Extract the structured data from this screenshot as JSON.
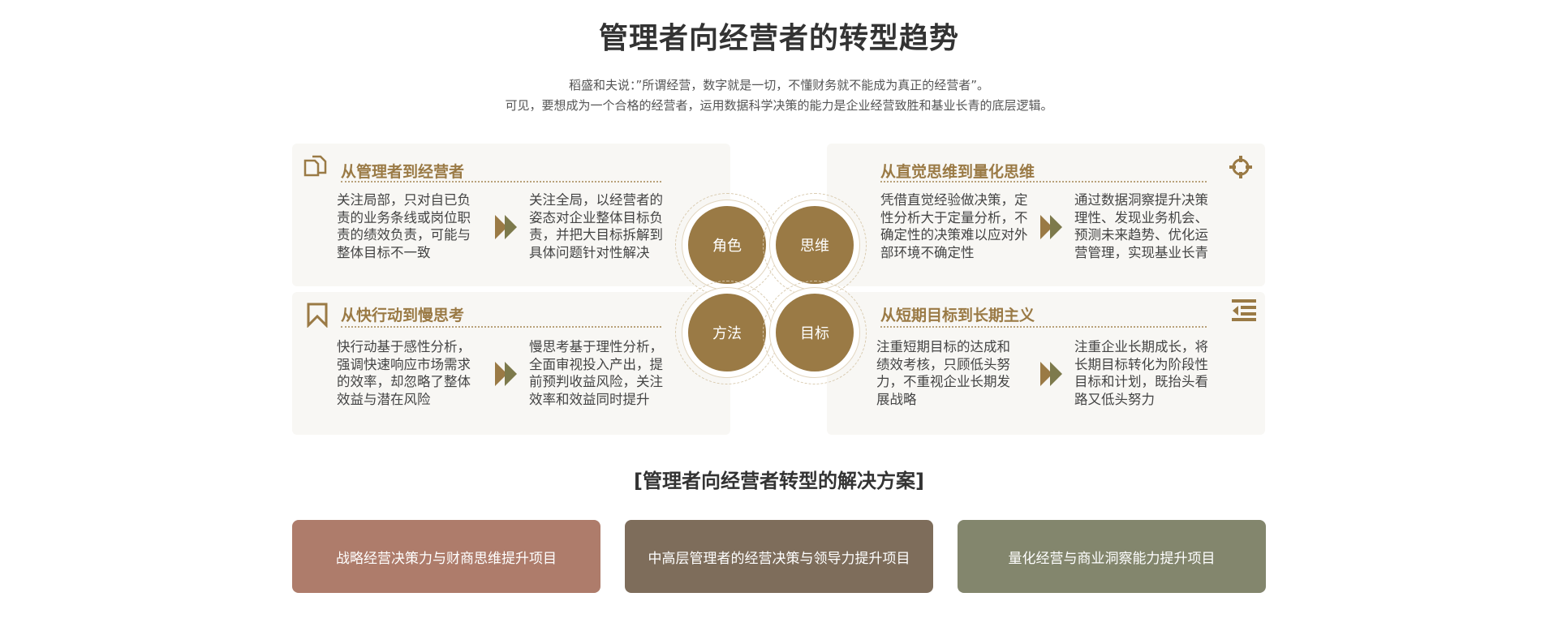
{
  "title": "管理者向经营者的转型趋势",
  "subtitle": [
    "稻盛和夫说：”所谓经营，数字就是一切，不懂财务就不能成为真正的经营者”。",
    "可见，要想成为一个合格的经营者，运用数据科学决策的能力是企业经营致胜和基业长青的底层逻辑。"
  ],
  "cards": [
    {
      "icon": "documents-icon",
      "heading": "从管理者到经营者",
      "from": "关注局部，只对自已负责的业务条线或岗位职责的绩效负责，可能与整体目标不一致",
      "to": "关注全局，以经营者的姿态对企业整体目标负责，并把大目标拆解到具体问题针对性解决"
    },
    {
      "icon": "crosshair-icon",
      "heading": "从直觉思维到量化思维",
      "from": "凭借直觉经验做决策，定性分析大于定量分析，不确定性的决策难以应对外部环境不确定性",
      "to": "通过数据洞察提升决策理性、发现业务机会、预测未来趋势、优化运营管理，实现基业长青"
    },
    {
      "icon": "bookmark-icon",
      "heading": "从快行动到慢思考",
      "from": "快行动基于感性分析，强调快速响应市场需求的效率，却忽略了整体效益与潜在风险",
      "to": "慢思考基于理性分析，全面审视投入产出，提前预判收益风险，关注效率和效益同时提升"
    },
    {
      "icon": "indent-list-icon",
      "heading": "从短期目标到长期主义",
      "from": "注重短期目标的达成和绩效考核，只顾低头努力，不重视企业长期发展战略",
      "to": "注重企业长期成长，将长期目标转化为阶段性目标和计划，既抬头看路又低头努力"
    }
  ],
  "circles": [
    "角色",
    "思维",
    "方法",
    "目标"
  ],
  "solutions_title": "[管理者向经营者转型的解决方案]",
  "solutions": [
    {
      "label": "战略经营决策力与财商思维提升项目",
      "color": "#ae7c6b"
    },
    {
      "label": "中高层管理者的经营决策与领导力提升项目",
      "color": "#7e6d5b"
    },
    {
      "label": "量化经营与商业洞察能力提升项目",
      "color": "#83866d"
    }
  ],
  "colors": {
    "accent": "#9a7a45",
    "card_bg": "#f8f7f4"
  }
}
